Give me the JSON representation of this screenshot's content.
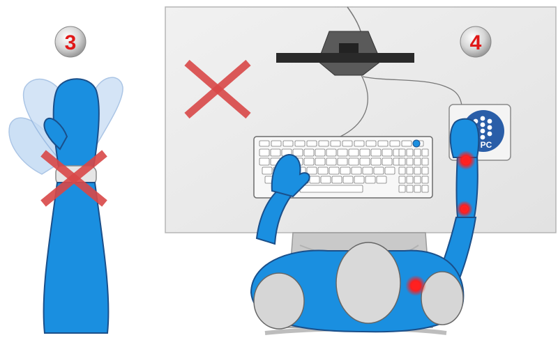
{
  "steps": [
    {
      "label": "3",
      "status": "incorrect"
    },
    {
      "label": "4",
      "status": "incorrect"
    }
  ],
  "logo": {
    "text": "PC"
  },
  "colors": {
    "body_blue": "#1a8fe0",
    "body_outline": "#1a4f8a",
    "desk": "#e8e8e8",
    "cross_red": "#d94848",
    "pain_point": "#ff1a1a",
    "logo_blue": "#2a5ea8",
    "badge_red": "#e01818"
  },
  "icons": [
    "cross-icon",
    "pain-point-icon",
    "brand-logo-icon"
  ]
}
